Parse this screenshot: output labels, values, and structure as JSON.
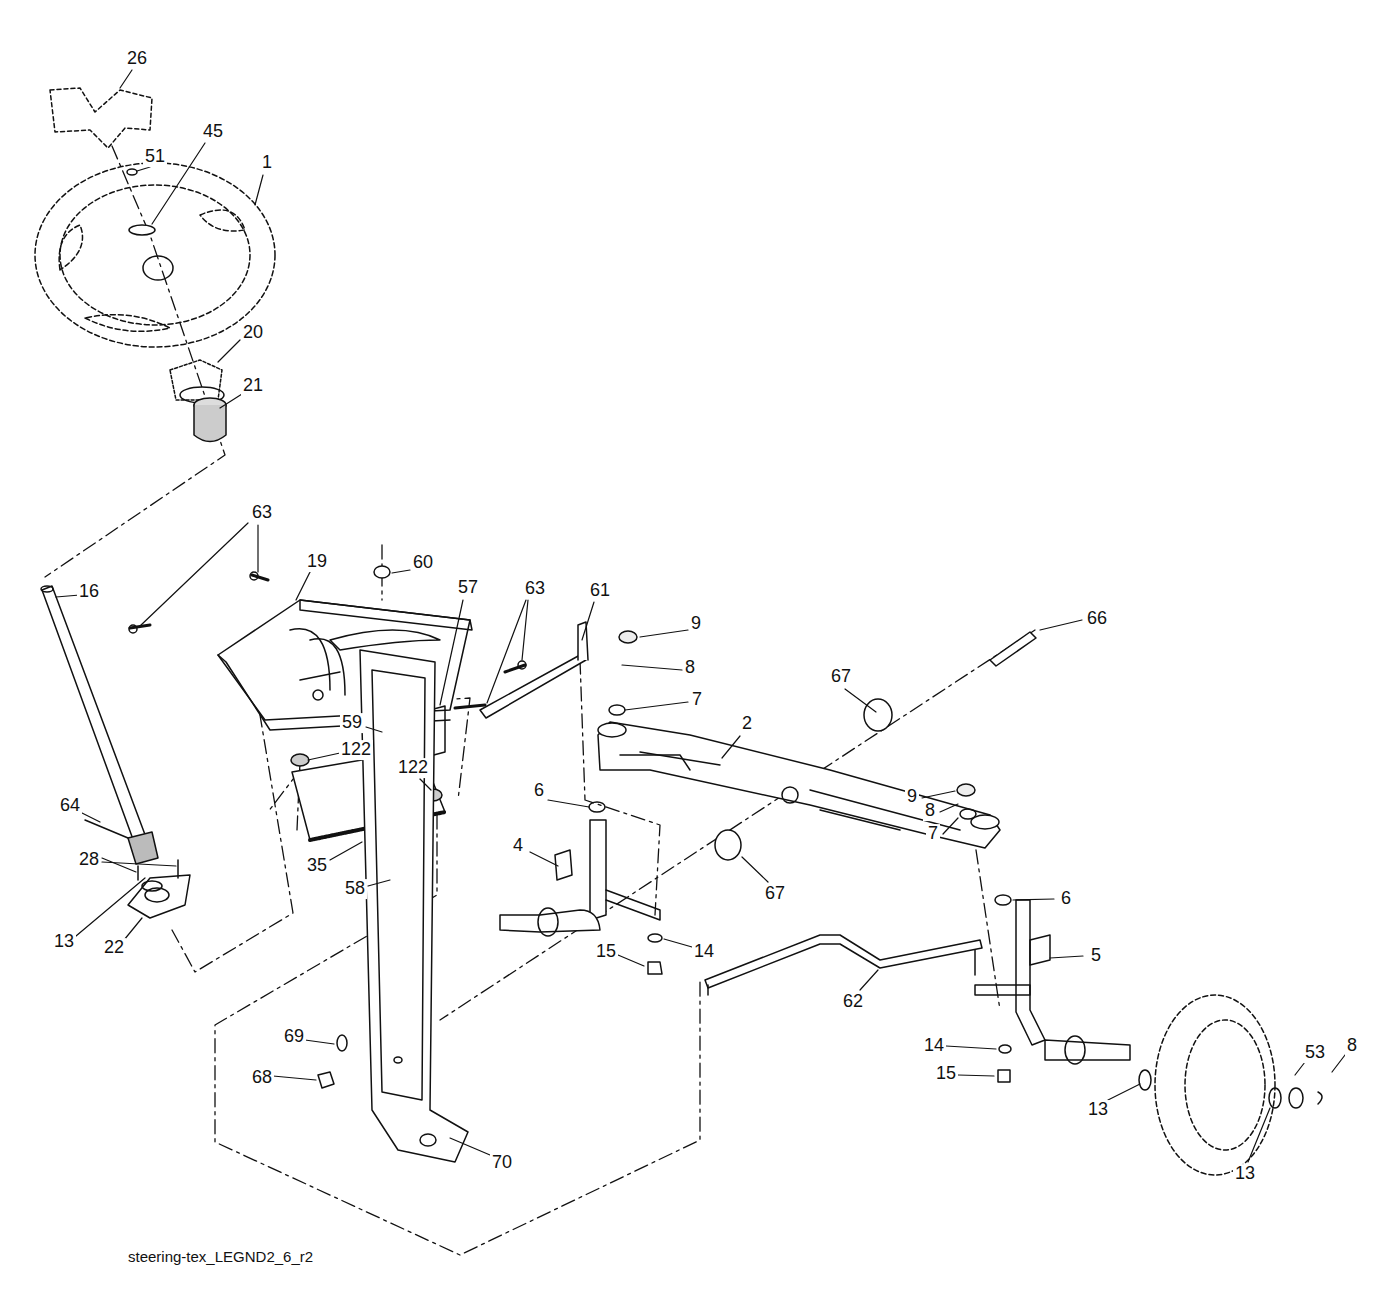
{
  "diagram": {
    "caption": "steering-tex_LEGND2_6_r2",
    "labels": [
      "26",
      "45",
      "51",
      "1",
      "20",
      "21",
      "63",
      "19",
      "60",
      "57",
      "63",
      "61",
      "9",
      "66",
      "8",
      "7",
      "67",
      "2",
      "16",
      "59",
      "122",
      "122",
      "9",
      "8",
      "7",
      "6",
      "64",
      "28",
      "35",
      "4",
      "58",
      "67",
      "6",
      "13",
      "22",
      "15",
      "14",
      "5",
      "62",
      "69",
      "68",
      "14",
      "15",
      "53",
      "8",
      "13",
      "70",
      "13"
    ]
  }
}
